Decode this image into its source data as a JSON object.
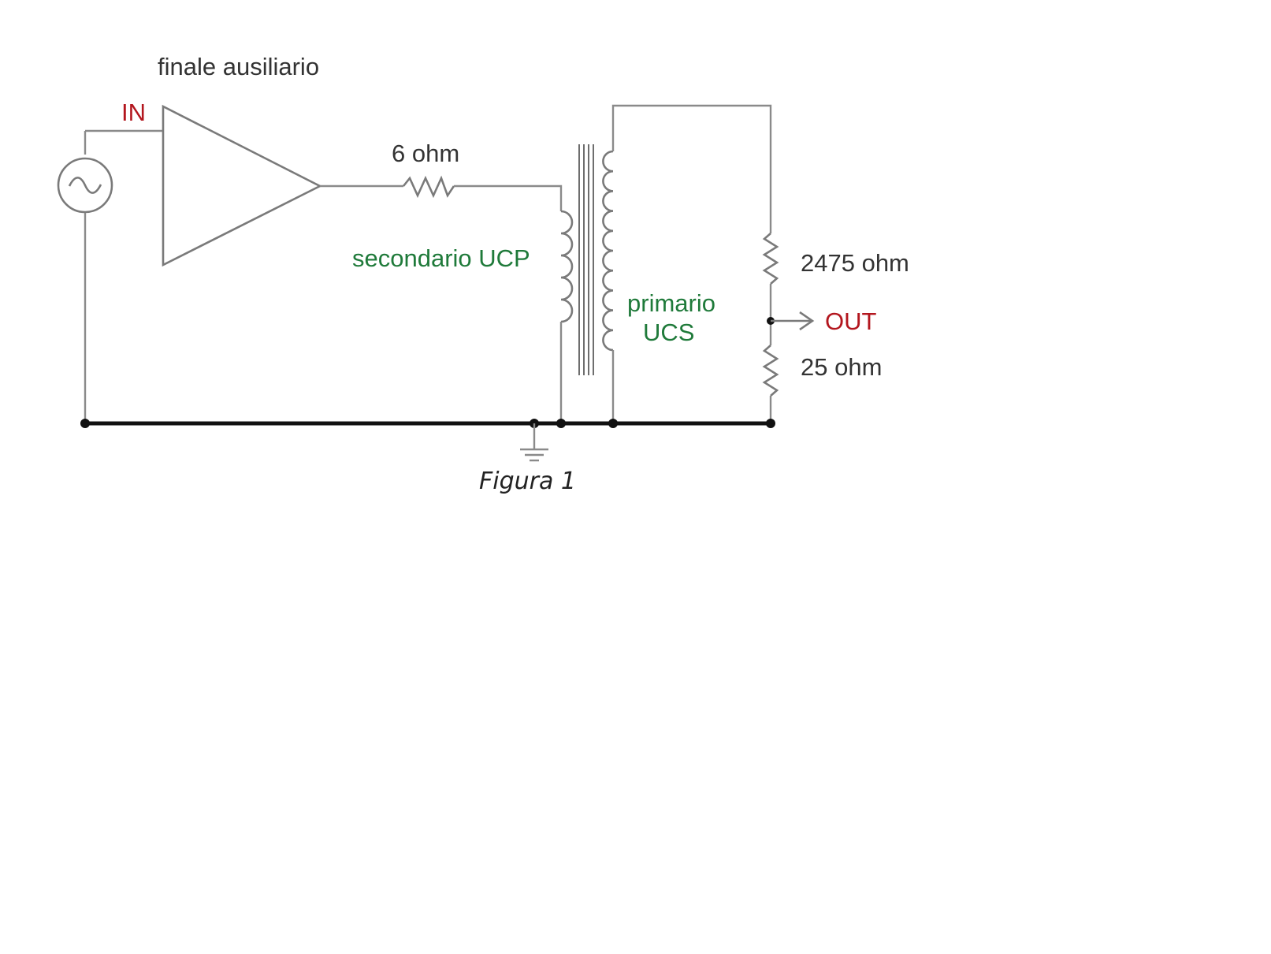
{
  "labels": {
    "amp_title": "finale ausiliario",
    "input": "IN",
    "series_resistor": "6 ohm",
    "secondary_winding": "secondario UCP",
    "primary_winding_line1": "primario",
    "primary_winding_line2": "UCS",
    "upper_resistor": "2475 ohm",
    "output": "OUT",
    "lower_resistor": "25 ohm"
  },
  "caption": "Figura 1",
  "colors": {
    "label_text": "#333333",
    "winding_labels": "#1f7a3a",
    "io_labels": "#b3161e",
    "wires": "#8a8a8a",
    "ground_bus": "#111111"
  }
}
